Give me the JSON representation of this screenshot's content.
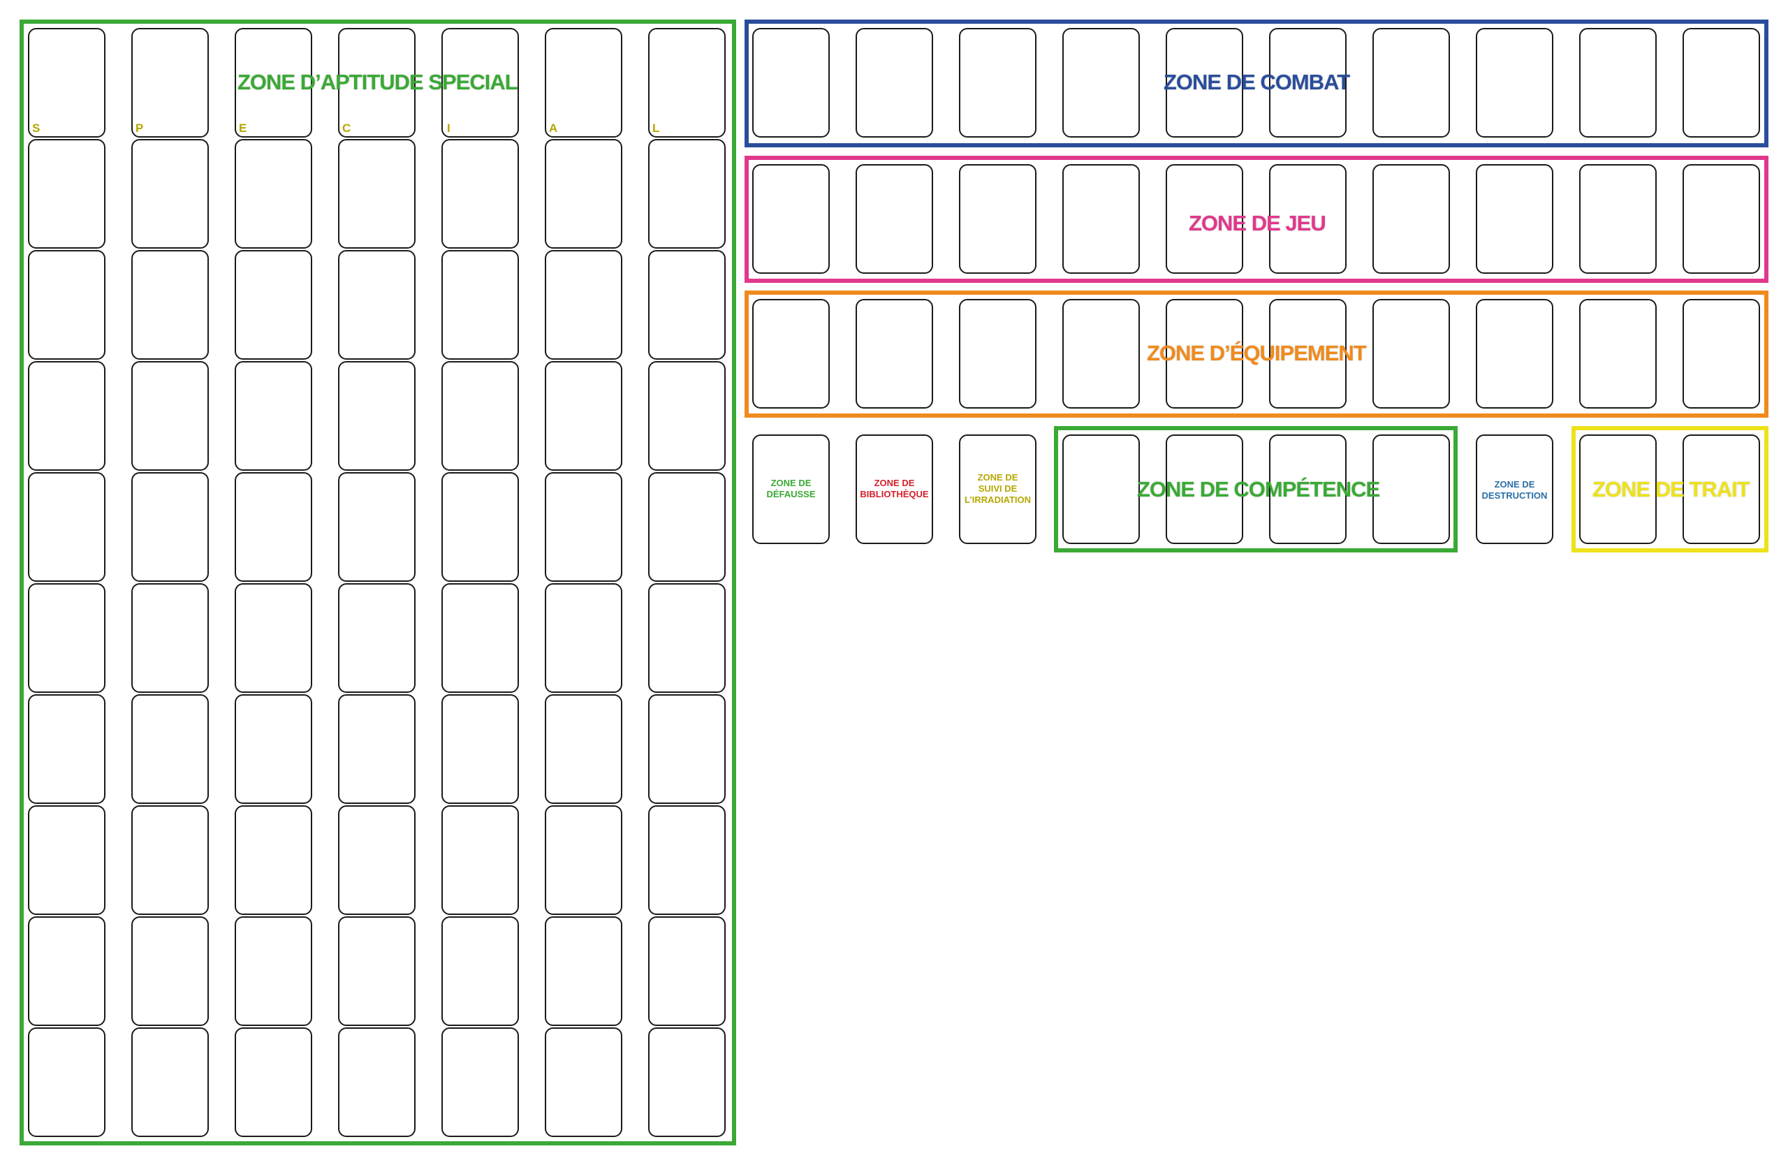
{
  "zones": {
    "special": {
      "title": "ZONE D’APTITUDE SPECIAL",
      "color": "#3aa935",
      "letters": [
        "S",
        "P",
        "E",
        "C",
        "I",
        "A",
        "L"
      ],
      "letter_color": "#b5a700"
    },
    "combat": {
      "title": "ZONE DE COMBAT",
      "color": "#2a4d9b"
    },
    "jeu": {
      "title": "ZONE DE JEU",
      "color": "#e0388b"
    },
    "equipement": {
      "title": "ZONE D’ÉQUIPEMENT",
      "color": "#f08a1c"
    },
    "competence": {
      "title": "ZONE DE COMPÉTENCE",
      "color": "#3aa935"
    },
    "trait": {
      "title": "ZONE DE TRAIT",
      "color": "#ede21a"
    },
    "defausse": {
      "line1": "ZONE DE",
      "line2": "DÉFAUSSE",
      "color": "#3aa935"
    },
    "bibliotheque": {
      "line1": "ZONE DE",
      "line2": "BIBLIOTHÈQUE",
      "color": "#d3202a"
    },
    "irradiation": {
      "line1": "ZONE DE",
      "line2": "SUIVI DE",
      "line3": "L’IRRADIATION",
      "color": "#b5a700"
    },
    "destruction": {
      "line1": "ZONE DE",
      "line2": "DESTRUCTION",
      "color": "#2a6fa8"
    }
  },
  "grid": {
    "special_columns": 7,
    "special_rows": 10,
    "top_row_slots": 10
  }
}
